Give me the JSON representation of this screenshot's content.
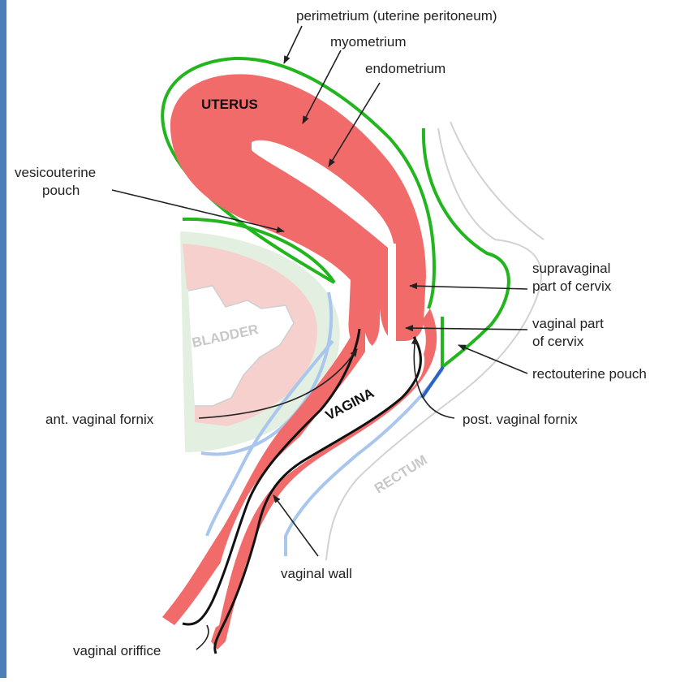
{
  "diagram": {
    "colors": {
      "left_bar": "#4a7fb8",
      "uterus_fill": "#f26b6b",
      "peritoneum": "#22b51e",
      "bladder_fill": "#f6d0cd",
      "bladder_outer": "#e3efe1",
      "vessel_blue": "#a9c6ec",
      "rectum_gray": "#cfcfcf",
      "dark_blue": "#2a63c8",
      "outline": "#111111"
    },
    "labels": {
      "perimetrium": "perimetrium (uterine peritoneum)",
      "myometrium": "myometrium",
      "endometrium": "endometrium",
      "uterus": "UTERUS",
      "vesicouterine_line1": "vesicouterine",
      "vesicouterine_line2": "pouch",
      "bladder": "BLADDER",
      "supravaginal_line1": "supravaginal",
      "supravaginal_line2": "part of cervix",
      "vaginal_part_line1": "vaginal part",
      "vaginal_part_line2": "of cervix",
      "rectouterine": "rectouterine pouch",
      "vagina": "VAGINA",
      "ant_fornix": "ant. vaginal fornix",
      "post_fornix": "post. vaginal fornix",
      "rectum": "RECTUM",
      "vaginal_wall": "vaginal wall",
      "vaginal_orifice": "vaginal oriffice"
    }
  }
}
